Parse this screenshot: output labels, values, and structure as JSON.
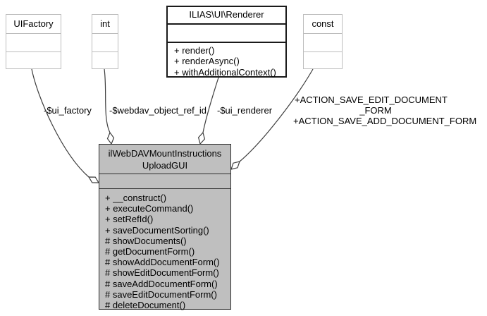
{
  "diagram": {
    "type": "uml-collaboration-diagram",
    "nodes": {
      "uifactory": {
        "title": "UIFactory"
      },
      "int_type": {
        "title": "int"
      },
      "renderer": {
        "title": "ILIAS\\UI\\Renderer",
        "methods": [
          "+ render()",
          "+ renderAsync()",
          "+ withAdditionalContext()"
        ]
      },
      "const_type": {
        "title": "const"
      },
      "main": {
        "title_lines": [
          "ilWebDAVMountInstructions",
          "UploadGUI"
        ],
        "methods": [
          "+ __construct()",
          "+ executeCommand()",
          "+ setRefId()",
          "+ saveDocumentSorting()",
          "# showDocuments()",
          "# getDocumentForm()",
          "# showAddDocumentForm()",
          "# showEditDocumentForm()",
          "# saveAddDocumentForm()",
          "# saveEditDocumentForm()",
          "# deleteDocument()"
        ]
      }
    },
    "edge_labels": {
      "ui_factory": "-$ui_factory",
      "webdav_object_ref_id": "-$webdav_object_ref_id",
      "ui_renderer": "-$ui_renderer",
      "const_lines": [
        "+ACTION_SAVE_EDIT_DOCUMENT",
        "_FORM",
        "+ACTION_SAVE_ADD_DOCUMENT_FORM"
      ]
    },
    "colors": {
      "main_node_fill": "#bfbfbf",
      "light_node_border": "#bdbdbd",
      "dark_node_border": "#1a1a1a",
      "edge_stroke": "#3d3d3d",
      "text": "#000000",
      "background": "#ffffff"
    }
  }
}
